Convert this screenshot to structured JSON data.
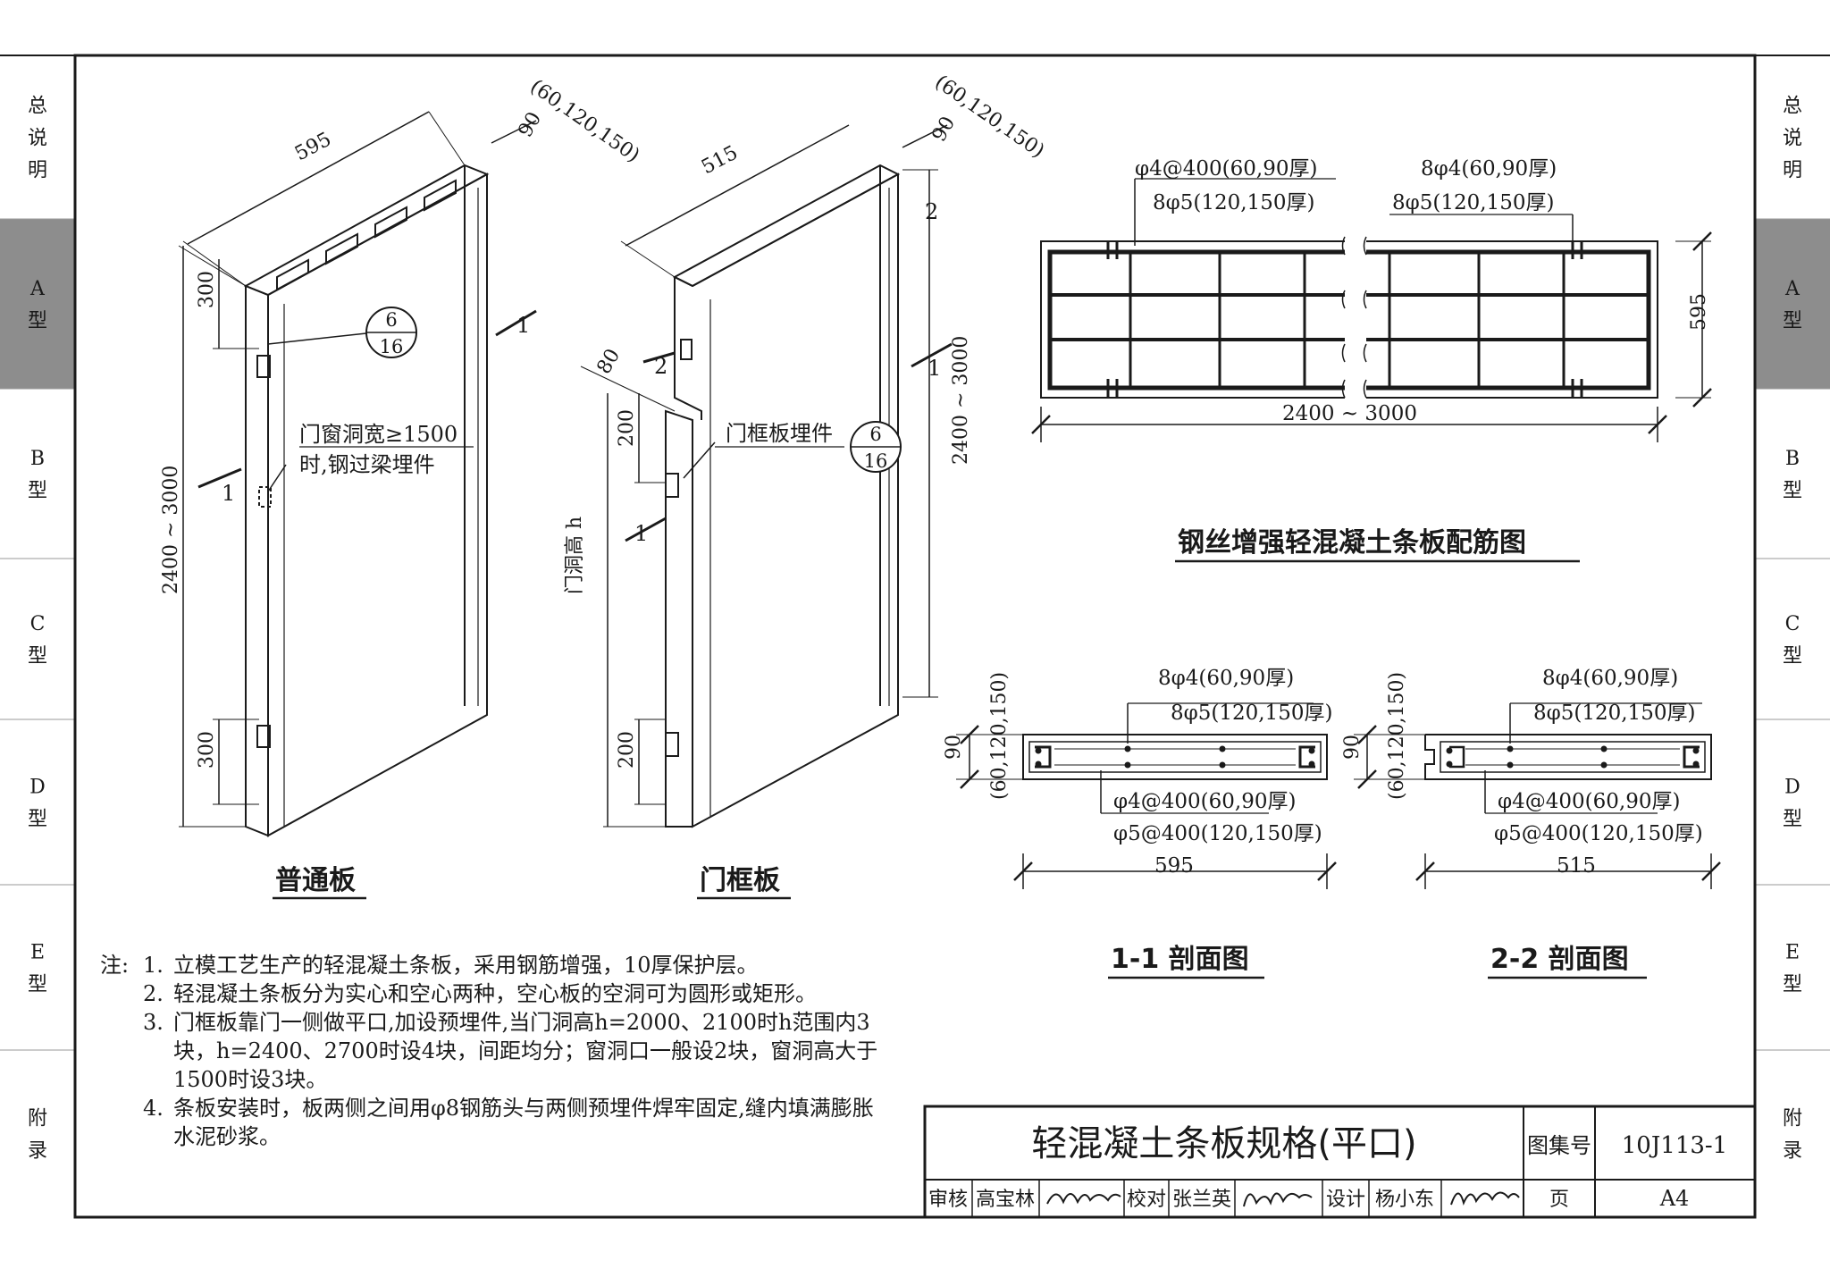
{
  "side_tabs_left": [
    {
      "label": [
        "总",
        "说",
        "明"
      ],
      "highlight": false
    },
    {
      "label": [
        "A",
        "型"
      ],
      "highlight": true
    },
    {
      "label": [
        "B",
        "型"
      ],
      "highlight": false
    },
    {
      "label": [
        "C",
        "型"
      ],
      "highlight": false
    },
    {
      "label": [
        "D",
        "型"
      ],
      "highlight": false
    },
    {
      "label": [
        "E",
        "型"
      ],
      "highlight": false
    },
    {
      "label": [
        "附",
        "录"
      ],
      "highlight": false
    }
  ],
  "side_tabs_right": [
    {
      "label": [
        "总",
        "说",
        "明"
      ],
      "highlight": false
    },
    {
      "label": [
        "A",
        "型"
      ],
      "highlight": true
    },
    {
      "label": [
        "B",
        "型"
      ],
      "highlight": false
    },
    {
      "label": [
        "C",
        "型"
      ],
      "highlight": false
    },
    {
      "label": [
        "D",
        "型"
      ],
      "highlight": false
    },
    {
      "label": [
        "E",
        "型"
      ],
      "highlight": false
    },
    {
      "label": [
        "附",
        "录"
      ],
      "highlight": false
    }
  ],
  "panel_normal": {
    "title": "普通板",
    "width_dim": "595",
    "thickness_dim": "90",
    "thickness_options": "(60,120,150)",
    "top_dim": "300",
    "bottom_dim": "300",
    "height_dim": "2400 ~ 3000",
    "detail_ref_top": "6",
    "detail_ref_bottom": "16",
    "note_line1": "门窗洞宽≥1500",
    "note_line2": "时,钢过梁埋件",
    "section_mark": "1"
  },
  "panel_door": {
    "title": "门框板",
    "width_dim": "515",
    "thickness_dim": "90",
    "thickness_options": "(60,120,150)",
    "notch_dim": "80",
    "top_dim": "200",
    "bottom_dim": "200",
    "door_height_label": "门洞高 h",
    "height_dim": "2400 ~ 3000",
    "embed_label": "门框板埋件",
    "detail_ref_top": "6",
    "detail_ref_bottom": "16",
    "section_mark_1": "1",
    "section_mark_2": "2"
  },
  "rebar_plan": {
    "title": "钢丝增强轻混凝土条板配筋图",
    "label_a1": "φ4@400(60,90厚)",
    "label_a2": "8φ5(120,150厚)",
    "label_b1": "8φ4(60,90厚)",
    "label_b2": "8φ5(120,150厚)",
    "length_dim": "2400 ~ 3000",
    "width_dim": "595"
  },
  "section_1": {
    "title": "1-1 剖面图",
    "top_label1": "8φ4(60,90厚)",
    "top_label2": "8φ5(120,150厚)",
    "bot_label1": "φ4@400(60,90厚)",
    "bot_label2": "φ5@400(120,150厚)",
    "thick_dim": "90",
    "thick_options": "(60,120,150)",
    "width_dim": "595"
  },
  "section_2": {
    "title": "2-2 剖面图",
    "top_label1": "8φ4(60,90厚)",
    "top_label2": "8φ5(120,150厚)",
    "bot_label1": "φ4@400(60,90厚)",
    "bot_label2": "φ5@400(120,150厚)",
    "thick_dim": "90",
    "thick_options": "(60,120,150)",
    "width_dim": "515"
  },
  "notes": {
    "prefix": "注:",
    "items": [
      {
        "num": "1.",
        "text": "立模工艺生产的轻混凝土条板，采用钢筋增强，10厚保护层。"
      },
      {
        "num": "2.",
        "text": "轻混凝土条板分为实心和空心两种，空心板的空洞可为圆形或矩形。"
      },
      {
        "num": "3.",
        "text": "门框板靠门一侧做平口,加设预埋件,当门洞高h=2000、2100时h范围内3 块，h=2400、2700时设4块，间距均分；窗洞口一般设2块，窗洞高大于1500时设3块。"
      },
      {
        "num": "4.",
        "text": "条板安装时，板两侧之间用φ8钢筋头与两侧预埋件焊牢固定,缝内填满膨胀水泥砂浆。"
      }
    ]
  },
  "title_block": {
    "title": "轻混凝土条板规格(平口)",
    "atlas_label": "图集号",
    "atlas_no": "10J113-1",
    "review_label": "审核",
    "reviewer": "高宝林",
    "check_label": "校对",
    "checker": "张兰英",
    "design_label": "设计",
    "designer": "杨小东",
    "page_label": "页",
    "page_no": "A4"
  }
}
